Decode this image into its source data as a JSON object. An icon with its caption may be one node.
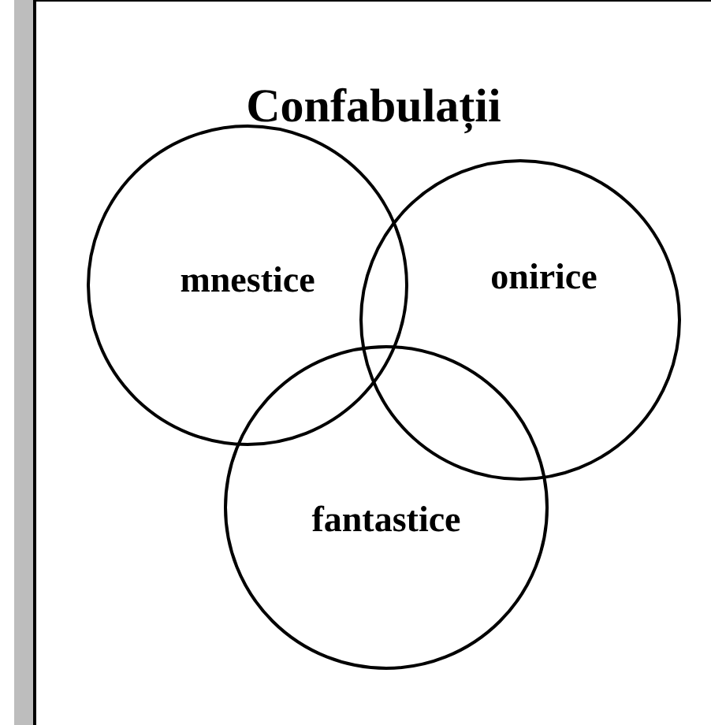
{
  "diagram": {
    "title": "Confabulații",
    "nodes": [
      {
        "text": [
          "mnestice"
        ]
      },
      {
        "text": [
          "onirice"
        ]
      },
      {
        "text": [
          "fantastice"
        ]
      }
    ]
  }
}
